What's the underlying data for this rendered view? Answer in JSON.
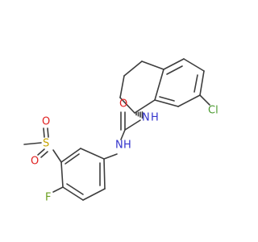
{
  "molecule": {
    "atoms": [
      {
        "id": "Cl",
        "text": "Cl",
        "color": "#4a9a2e"
      },
      {
        "id": "N1",
        "text": "N",
        "color": "#3333cc"
      },
      {
        "id": "H1",
        "text": "H",
        "color": "#3333cc"
      },
      {
        "id": "N2",
        "text": "N",
        "color": "#3333cc"
      },
      {
        "id": "H2",
        "text": "H",
        "color": "#3333cc"
      },
      {
        "id": "O1",
        "text": "O",
        "color": "#e02020"
      },
      {
        "id": "S",
        "text": "S",
        "color": "#c8a400"
      },
      {
        "id": "O2",
        "text": "O",
        "color": "#e02020"
      },
      {
        "id": "O3",
        "text": "O",
        "color": "#e02020"
      },
      {
        "id": "F",
        "text": "F",
        "color": "#6a9e1e"
      }
    ],
    "bond_color": "#3d3d3d"
  }
}
